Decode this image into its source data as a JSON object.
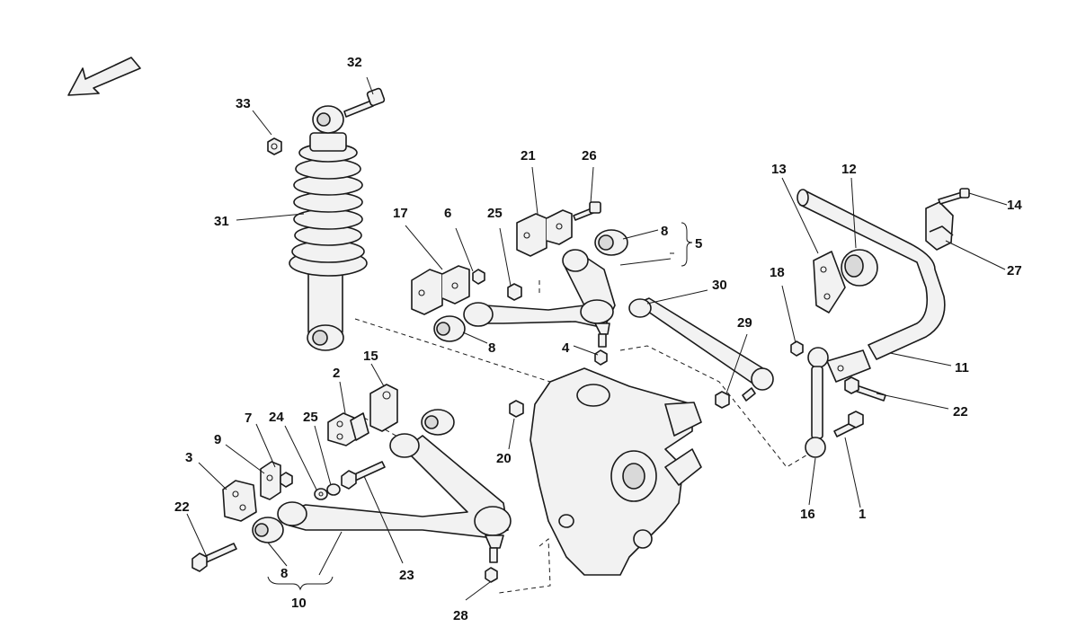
{
  "callouts": {
    "c1": "1",
    "c2": "2",
    "c3": "3",
    "c4": "4",
    "c5": "5",
    "c6": "6",
    "c7": "7",
    "c8a": "8",
    "c8b": "8",
    "c8c": "8",
    "c9": "9",
    "c10": "10",
    "c11": "11",
    "c12": "12",
    "c13": "13",
    "c14": "14",
    "c15": "15",
    "c16": "16",
    "c17": "17",
    "c18": "18",
    "c20": "20",
    "c21": "21",
    "c22a": "22",
    "c22b": "22",
    "c23": "23",
    "c24": "24",
    "c25a": "25",
    "c25b": "25",
    "c26": "26",
    "c27": "27",
    "c28": "28",
    "c29": "29",
    "c30": "30",
    "c31": "31",
    "c32": "32",
    "c33": "33"
  },
  "colors": {
    "line": "#1a1a1a",
    "fill": "#f2f2f2",
    "background": "#ffffff"
  },
  "icons": {
    "orientation": "direction-arrow-icon"
  }
}
